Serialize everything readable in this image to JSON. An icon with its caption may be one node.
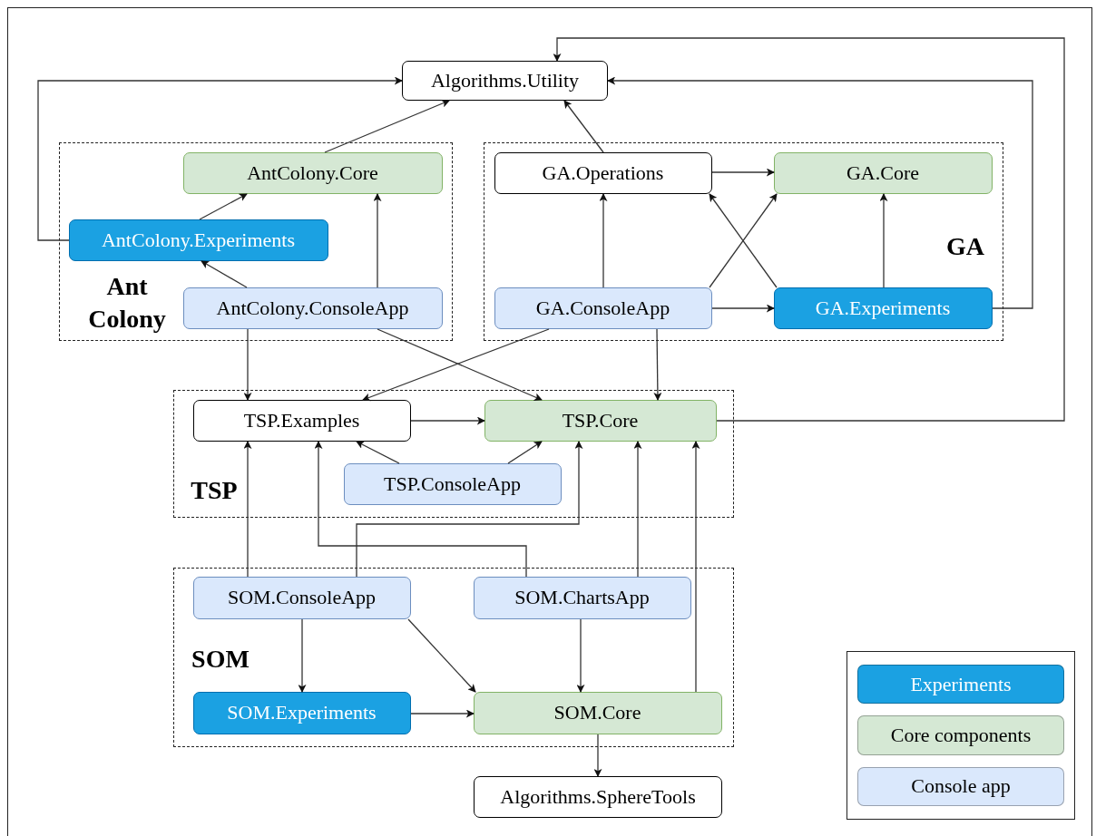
{
  "diagram": {
    "nodes": [
      {
        "text": [
          "Algorithms.Utility"
        ]
      },
      {
        "text": [
          "Ant Colony"
        ]
      },
      {
        "text": [
          "AntColony.Core"
        ],
        "in": 1
      },
      {
        "text": [
          "AntColony.Experiments"
        ],
        "in": 1
      },
      {
        "text": [
          "AntColony.ConsoleApp"
        ],
        "in": 1
      },
      {
        "text": [
          "GA"
        ]
      },
      {
        "text": [
          "GA.Operations"
        ],
        "in": 5
      },
      {
        "text": [
          "GA.Core"
        ],
        "in": 5
      },
      {
        "text": [
          "GA.ConsoleApp"
        ],
        "in": 5
      },
      {
        "text": [
          "GA.Experiments"
        ],
        "in": 5
      },
      {
        "text": [
          "TSP"
        ]
      },
      {
        "text": [
          "TSP.Examples"
        ],
        "in": 10
      },
      {
        "text": [
          "TSP.Core"
        ],
        "in": 10
      },
      {
        "text": [
          "TSP.ConsoleApp"
        ],
        "in": 10
      },
      {
        "text": [
          "SOM"
        ]
      },
      {
        "text": [
          "SOM.ConsoleApp"
        ],
        "in": 14
      },
      {
        "text": [
          "SOM.ChartsApp"
        ],
        "in": 14
      },
      {
        "text": [
          "SOM.Experiments"
        ],
        "in": 14
      },
      {
        "text": [
          "SOM.Core"
        ],
        "in": 14
      },
      {
        "text": [
          "Algorithms.SphereTools"
        ]
      }
    ],
    "edges": [
      {
        "from": 3,
        "to": 0,
        "arrow": "to"
      },
      {
        "from": 2,
        "to": 0,
        "arrow": "to"
      },
      {
        "from": 3,
        "to": 2,
        "arrow": "to"
      },
      {
        "from": 4,
        "to": 3,
        "arrow": "to"
      },
      {
        "from": 4,
        "to": 2,
        "arrow": "to"
      },
      {
        "from": 6,
        "to": 0,
        "arrow": "to"
      },
      {
        "from": 6,
        "to": 7,
        "arrow": "to"
      },
      {
        "from": 8,
        "to": 6,
        "arrow": "to"
      },
      {
        "from": 8,
        "to": 7,
        "arrow": "to"
      },
      {
        "from": 9,
        "to": 6,
        "arrow": "to"
      },
      {
        "from": 9,
        "to": 7,
        "arrow": "to"
      },
      {
        "from": 8,
        "to": 9,
        "arrow": "to"
      },
      {
        "from": 9,
        "to": 0,
        "arrow": "to"
      },
      {
        "from": 4,
        "to": 11,
        "arrow": "to"
      },
      {
        "from": 4,
        "to": 12,
        "arrow": "to"
      },
      {
        "from": 8,
        "to": 11,
        "arrow": "to"
      },
      {
        "from": 8,
        "to": 12,
        "arrow": "to"
      },
      {
        "from": 11,
        "to": 12,
        "arrow": "to"
      },
      {
        "from": 13,
        "to": 11,
        "arrow": "to"
      },
      {
        "from": 13,
        "to": 12,
        "arrow": "to"
      },
      {
        "from": 12,
        "to": 0,
        "arrow": "to"
      },
      {
        "from": 15,
        "to": 11,
        "arrow": "to"
      },
      {
        "from": 15,
        "to": 12,
        "arrow": "to"
      },
      {
        "from": 16,
        "to": 11,
        "arrow": "to"
      },
      {
        "from": 16,
        "to": 12,
        "arrow": "to"
      },
      {
        "from": 18,
        "to": 12,
        "arrow": "to"
      },
      {
        "from": 15,
        "to": 17,
        "arrow": "to"
      },
      {
        "from": 15,
        "to": 18,
        "arrow": "to"
      },
      {
        "from": 16,
        "to": 18,
        "arrow": "to"
      },
      {
        "from": 17,
        "to": 18,
        "arrow": "to"
      },
      {
        "from": 18,
        "to": 19,
        "arrow": "to"
      }
    ],
    "legend": [
      {
        "text": "Experiments",
        "color": "#1ba1e2"
      },
      {
        "text": "Core components",
        "color": "#d5e8d4"
      },
      {
        "text": "Console app",
        "color": "#dae8fc"
      }
    ]
  }
}
